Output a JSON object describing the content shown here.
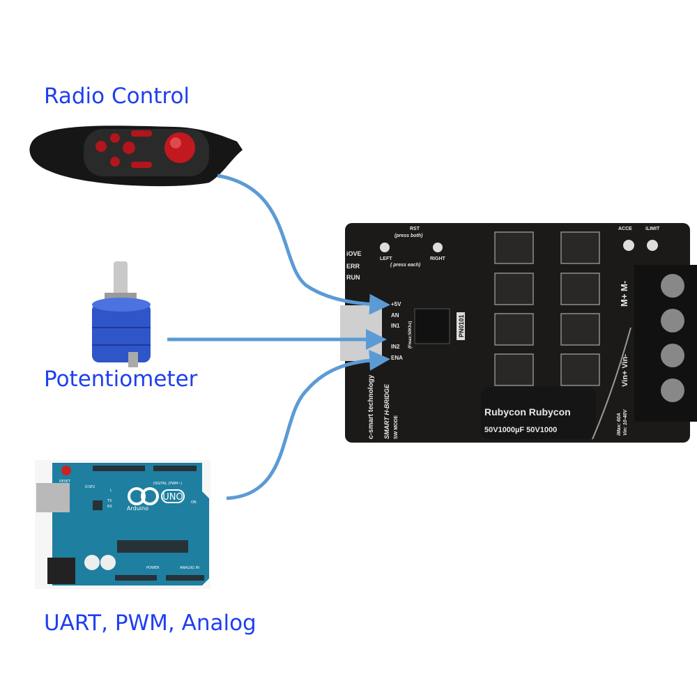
{
  "labels": {
    "radio": "Radio Control",
    "pot": "Potentiometer",
    "arduino": "UART, PWM, Analog"
  },
  "board": {
    "rst": "RST",
    "press_both": "(press   both)",
    "left": "LEFT",
    "right": "RIGHT",
    "press_each": "( press each)",
    "leds": [
      "iOVE",
      "ERR",
      "RUN"
    ],
    "pins": [
      "+5V",
      "AN",
      "IN1",
      "IN2",
      "ENA"
    ],
    "fmax": "(Fmax:50Khz)",
    "part": "PN0101",
    "brand": "c-smart technology",
    "name": "SMART H-BRIDGE",
    "mode": "SW MODE",
    "acce": "ACCE",
    "ilimit": "iLIMIT",
    "motor": "M+  M-",
    "vin": "Vin+  Vin-",
    "specs": [
      "iMax: 60A",
      "Vin: 10-40V"
    ],
    "capacitor": [
      "Rubycon Rubycon",
      "50V1000µF   50V1000"
    ]
  },
  "arduino": {
    "reset": "RESET",
    "icsp2": "ICSP2",
    "uno": "UNO",
    "brand": "Arduino",
    "digital": "DIGITAL (PWM~)",
    "power": "POWER",
    "analog": "ANALOG IN",
    "on": "ON",
    "tx": "TX",
    "rx": "RX",
    "l": "L"
  },
  "colors": {
    "label": "#1f3ff0",
    "arrow": "#5b9bd5",
    "pcb": "#1c1a18",
    "arduino": "#1f7fa0",
    "pot": "#2f56c8"
  }
}
